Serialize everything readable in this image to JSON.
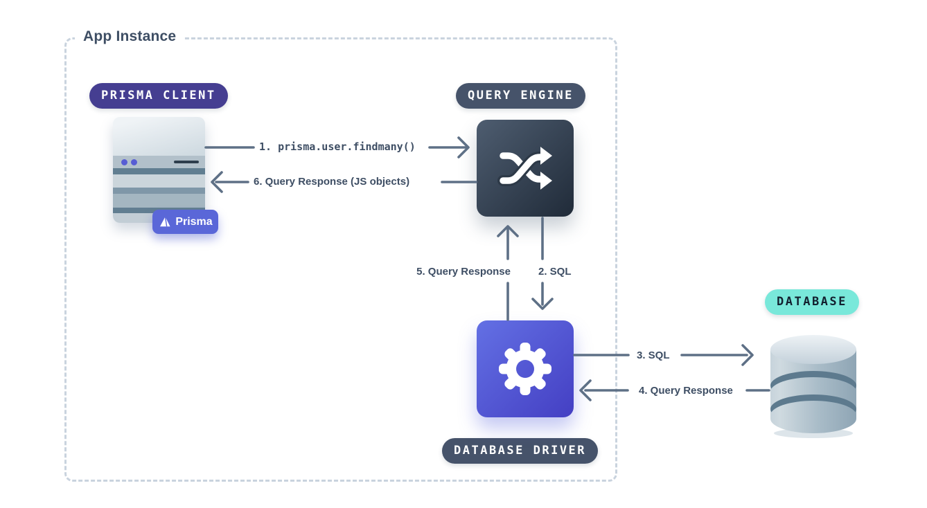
{
  "app_instance": {
    "title": "App Instance"
  },
  "badges": {
    "prisma_client": "PRISMA CLIENT",
    "query_engine": "QUERY ENGINE",
    "database_driver": "DATABASE DRIVER",
    "database": "DATABASE"
  },
  "prisma_logo_label": "Prisma",
  "flow_labels": {
    "step1": "1. prisma.user.findmany()",
    "step2": "2. SQL",
    "step3": "3. SQL",
    "step4": "4. Query Response",
    "step5": "5. Query Response",
    "step6": "6. Query Response (JS objects)"
  },
  "icons": {
    "prisma_client": "server-stack",
    "query_engine": "shuffle-arrows",
    "database_driver": "gear",
    "database": "cylinder-stack",
    "prisma_logo": "prisma-triangle"
  },
  "colors": {
    "arrow": "#5E7086",
    "label_text": "#3E4E64",
    "badge_purple": "#453E91",
    "badge_slate": "#46536A",
    "badge_teal": "#79E8DA",
    "badge_teal_text": "#13202F",
    "prisma_chip": "#5A67D8",
    "engine_gradient": [
      "#4E5D70",
      "#202B39"
    ],
    "driver_gradient": [
      "#6370E4",
      "#443FC3"
    ],
    "dashed_border": "#C9D3DE"
  }
}
